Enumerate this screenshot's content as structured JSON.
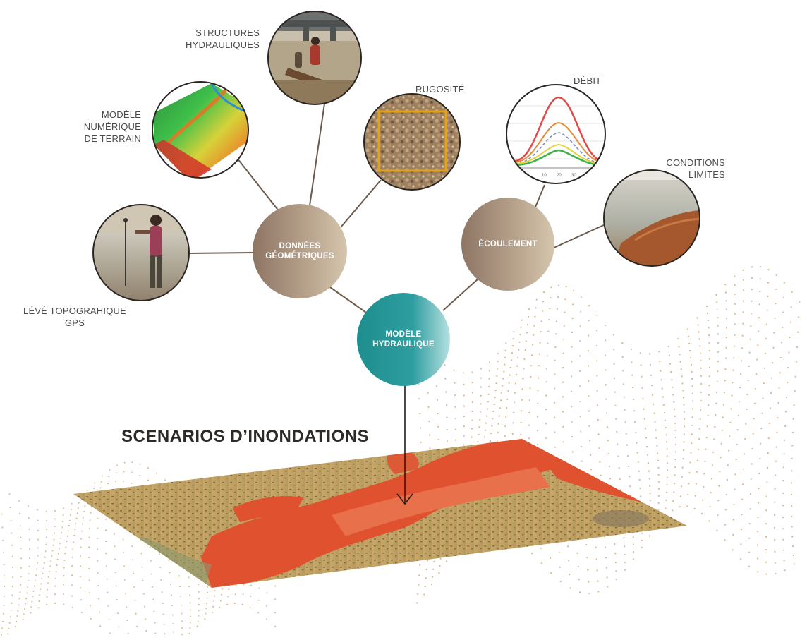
{
  "title": "SCENARIOS D’INONDATIONS",
  "hubs": {
    "geometry": {
      "lines": [
        "DONNÉES",
        "GÉOMÉTRIQUES"
      ]
    },
    "flow": {
      "lines": [
        "ÉCOULEMENT"
      ]
    },
    "model": {
      "lines": [
        "MODÈLE",
        "HYDRAULIQUE"
      ]
    }
  },
  "inputs": {
    "survey": {
      "lines": [
        "LÉVÉ TOPOGRAHIQUE",
        "GPS"
      ]
    },
    "dem": {
      "lines": [
        "MODÈLE",
        "NUMÉRIQUE",
        "DE TERRAIN"
      ]
    },
    "structures": {
      "lines": [
        "STRUCTURES",
        "HYDRAULIQUES"
      ]
    },
    "roughness": {
      "lines": [
        "RUGOSITÉ"
      ]
    },
    "discharge": {
      "lines": [
        "DÉBIT"
      ],
      "ticks": [
        "10",
        "20",
        "30"
      ]
    },
    "boundary": {
      "lines": [
        "CONDITIONS",
        "LIMITES"
      ]
    }
  },
  "colors": {
    "hub": "#b39c86",
    "model": "#2a9696",
    "connector": "#6b5a4c",
    "dots": "#d9b98e",
    "flood": "#e0522f",
    "terrain": "#b79a55"
  }
}
